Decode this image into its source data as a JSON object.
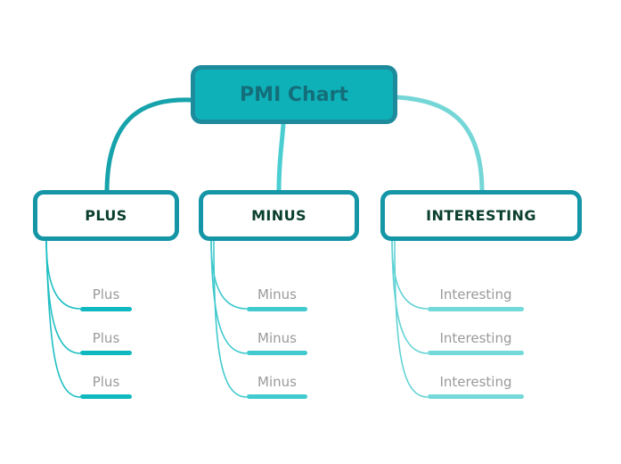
{
  "root": {
    "label": "PMI Chart",
    "fill": "#0fb1b9",
    "border_color": "#1d8b9c",
    "text_color": "#136e7a"
  },
  "node_style": {
    "fill": "#ffffff",
    "border_color": "#1596a7",
    "text_color": "#0a3e2d"
  },
  "leaf_text_color": "#9a9a9a",
  "background_color": "#ffffff",
  "branches": [
    {
      "label": "PLUS",
      "connector_color": "#17a3ab",
      "leaf_line_color": "#1fbec3",
      "underline_color": "#0fb9bf",
      "leaves": [
        {
          "label": "Plus"
        },
        {
          "label": "Plus"
        },
        {
          "label": "Plus"
        }
      ]
    },
    {
      "label": "MINUS",
      "connector_color": "#4bced2",
      "leaf_line_color": "#40c9cd",
      "underline_color": "#41cbce",
      "leaves": [
        {
          "label": "Minus"
        },
        {
          "label": "Minus"
        },
        {
          "label": "Minus"
        }
      ]
    },
    {
      "label": "INTERESTING",
      "connector_color": "#74d6d6",
      "leaf_line_color": "#63d3d5",
      "underline_color": "#74d9d9",
      "leaves": [
        {
          "label": "Interesting"
        },
        {
          "label": "Interesting"
        },
        {
          "label": "Interesting"
        }
      ]
    }
  ]
}
